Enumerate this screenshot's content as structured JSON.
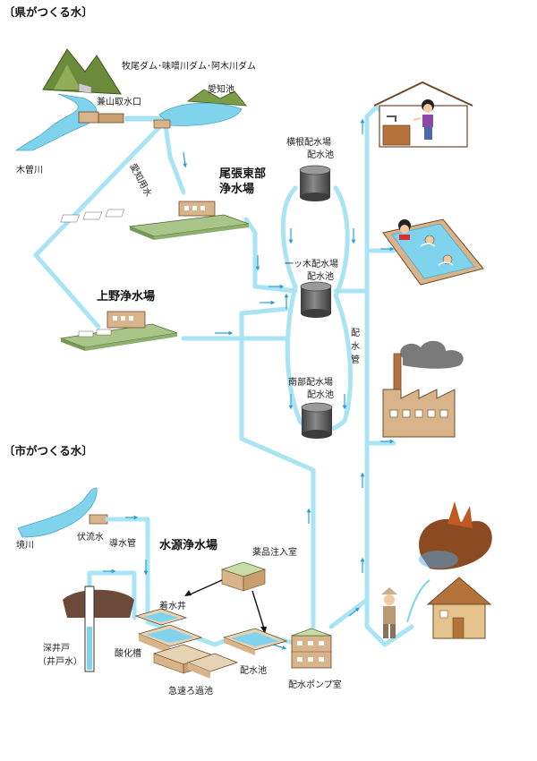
{
  "sections": {
    "prefecture_header": "〔県がつくる水〕",
    "city_header": "〔市がつくる水〕"
  },
  "labels": {
    "dams": "牧尾ダム･味噌川ダム･阿木川ダム",
    "intake": "兼山取水口",
    "aichi_pond": "愛知池",
    "kiso_river": "木曽川",
    "aichi_canal": "愛知用水",
    "owari_plant_1": "尾張東部",
    "owari_plant_2": "浄水場",
    "ueno_plant": "上野浄水場",
    "yokone_1": "横根配水場",
    "yokone_2": "配水池",
    "hitotsugi_1": "一ッ木配水場",
    "hitotsugi_2": "配水池",
    "nanbu_1": "南部配水場",
    "nanbu_2": "配水池",
    "distribution_pipe": [
      "配",
      "水",
      "管"
    ],
    "sakai_river": "境川",
    "infiltration": "伏流水",
    "conduit": "導水管",
    "source_plant": "水源浄水場",
    "chemical_room": "薬品注入室",
    "receiving_well": "着水井",
    "deep_well_1": "深井戸",
    "deep_well_2": "（井戸水）",
    "oxidation_tank": "酸化槽",
    "rapid_filter": "急速ろ過池",
    "dist_reservoir": "配水池",
    "pump_room": "配水ポンプ室"
  },
  "colors": {
    "pipe": "#a8e4f4",
    "pipe_edge": "#7fd0e6",
    "arrow": "#2a9fd6",
    "tank": "#555555",
    "water": "#7fd3ec",
    "building": "#d9b48a"
  },
  "icons": [
    "house-tap-icon",
    "swimming-pool-icon",
    "factory-icon",
    "fire-house-icon",
    "mountain-dam-icon"
  ]
}
